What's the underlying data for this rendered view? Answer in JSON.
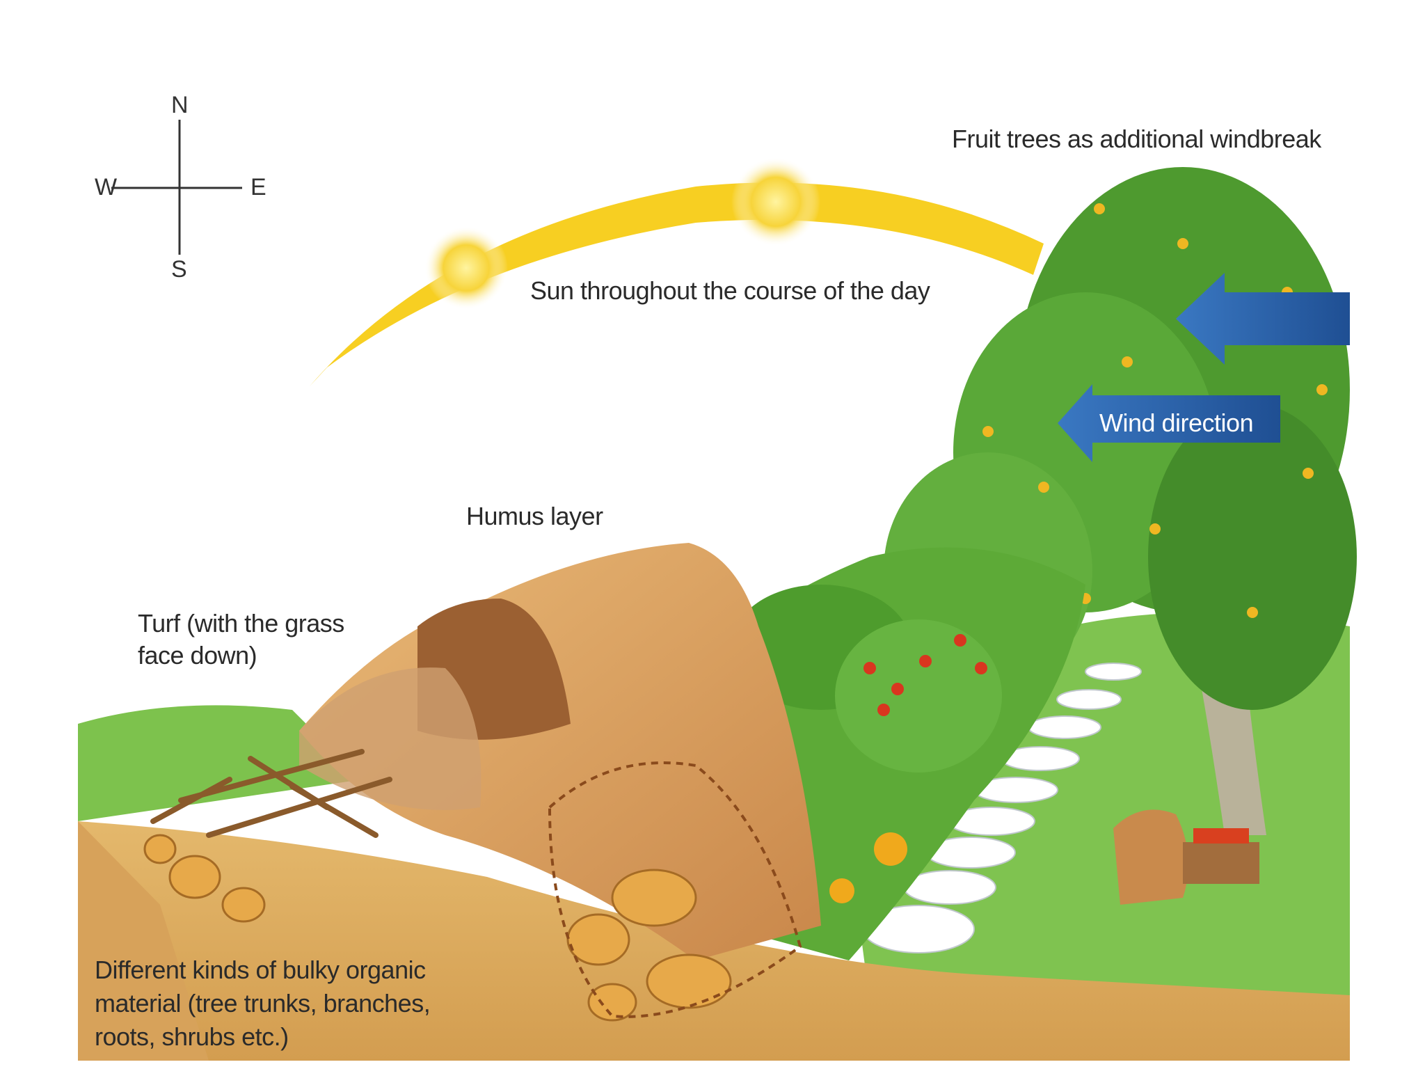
{
  "compass": {
    "north": "N",
    "south": "S",
    "east": "E",
    "west": "W"
  },
  "labels": {
    "fruit_trees": "Fruit trees as additional windbreak",
    "sun_path": "Sun throughout the course of the day",
    "wind_direction": "Wind direction",
    "humus_layer": "Humus layer",
    "turf_line1": "Turf (with the grass",
    "turf_line2": "face down)",
    "organic_line1": "Different kinds of bulky organic",
    "organic_line2": "material (tree trunks, branches,",
    "organic_line3": "roots, shrubs etc.)"
  },
  "colors": {
    "sun": "#f5c70f",
    "sun_arc": "#f7cf22",
    "wind_arrow": "#2e63a8",
    "soil": "#d9a95c",
    "grass": "#6fb843",
    "foliage": "#3f8f2b",
    "fruit": "#e9b11e"
  }
}
